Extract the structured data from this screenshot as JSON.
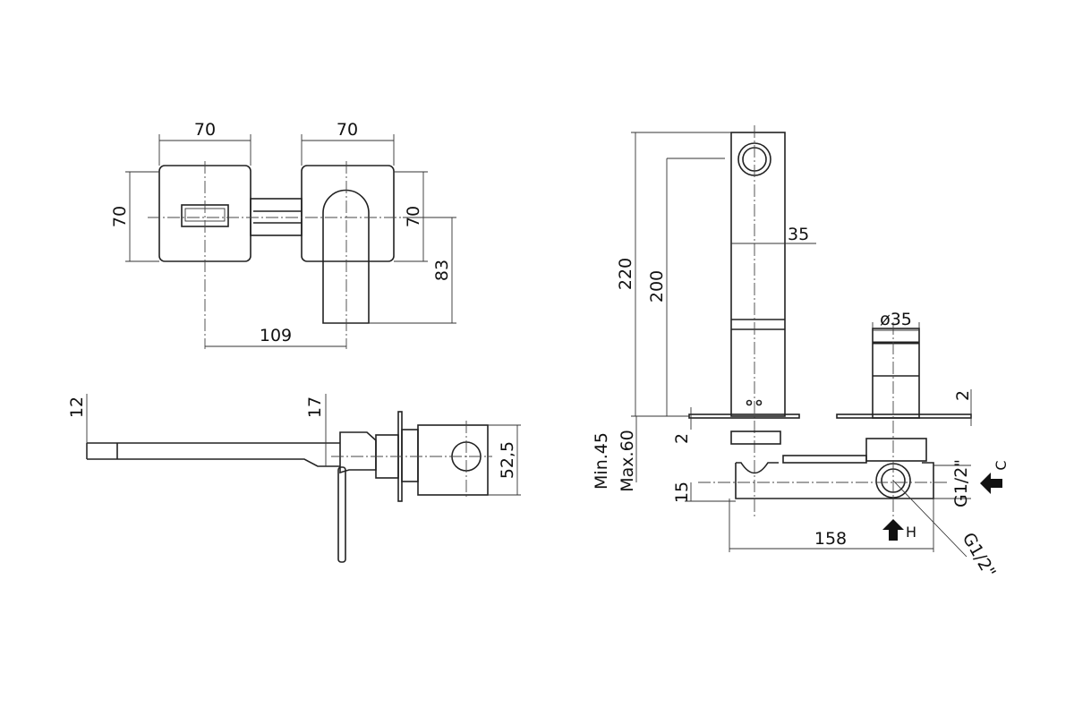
{
  "front_view": {
    "width_left": "70",
    "width_right": "70",
    "height_left": "70",
    "height_right": "70",
    "handle_drop": "83",
    "centre_distance": "109"
  },
  "side_view": {
    "spout_thickness": "12",
    "spout_base": "17",
    "box_depth": "52,5"
  },
  "spout_view": {
    "total_height": "220",
    "outlet_height": "200",
    "spout_width": "35",
    "plate_left": "2",
    "plate_right": "2",
    "wall_min": "Min.45",
    "wall_max": "Max.60",
    "pipe_offset": "15",
    "cartridge_dia": "ø35",
    "box_length": "158",
    "thread_c": "G1/2\"",
    "thread_h": "G1/2\"",
    "cold_label": "C",
    "hot_label": "H"
  }
}
